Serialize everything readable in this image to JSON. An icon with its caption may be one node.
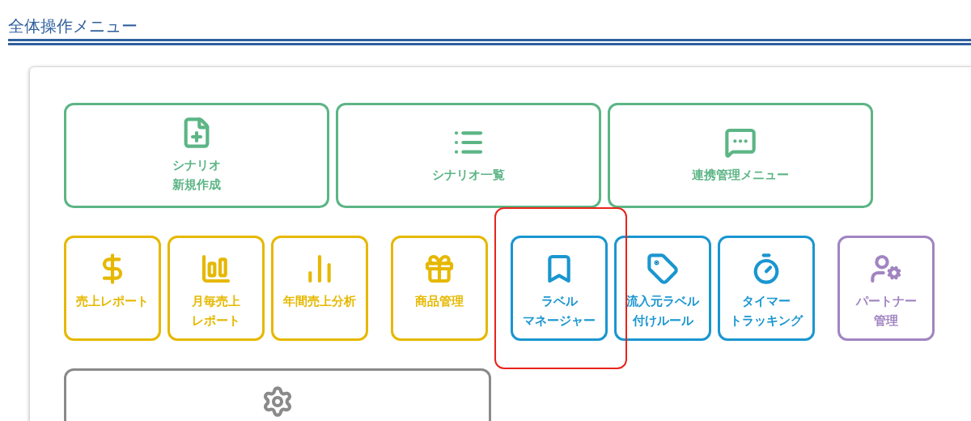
{
  "diagram": {
    "title": "全体操作メニュー",
    "nodes": [
      {
        "text": [],
        "shape": "box"
      },
      {
        "text": [
          "シナリオ新規作成"
        ],
        "in": 0
      },
      {
        "text": [
          "シナリオ一覧"
        ],
        "in": 0
      },
      {
        "text": [
          "連携管理メニュー"
        ],
        "in": 0
      },
      {
        "text": [
          "売上レポート"
        ],
        "in": 0
      },
      {
        "text": [
          "月毎売上レポート"
        ],
        "in": 0
      },
      {
        "text": [
          "年間売上分析"
        ],
        "in": 0
      },
      {
        "text": [
          "商品管理"
        ],
        "in": 0
      },
      {
        "text": [
          "ラベルマネージャー"
        ],
        "in": 0
      },
      {
        "text": [
          "流入元ラベル付けルール"
        ],
        "in": 0
      },
      {
        "text": [
          "タイマートラッキング"
        ],
        "in": 0
      },
      {
        "text": [
          "パートナー管理"
        ],
        "in": 0
      },
      {
        "text": [],
        "shape": "box",
        "in": 0
      }
    ],
    "edges": []
  }
}
